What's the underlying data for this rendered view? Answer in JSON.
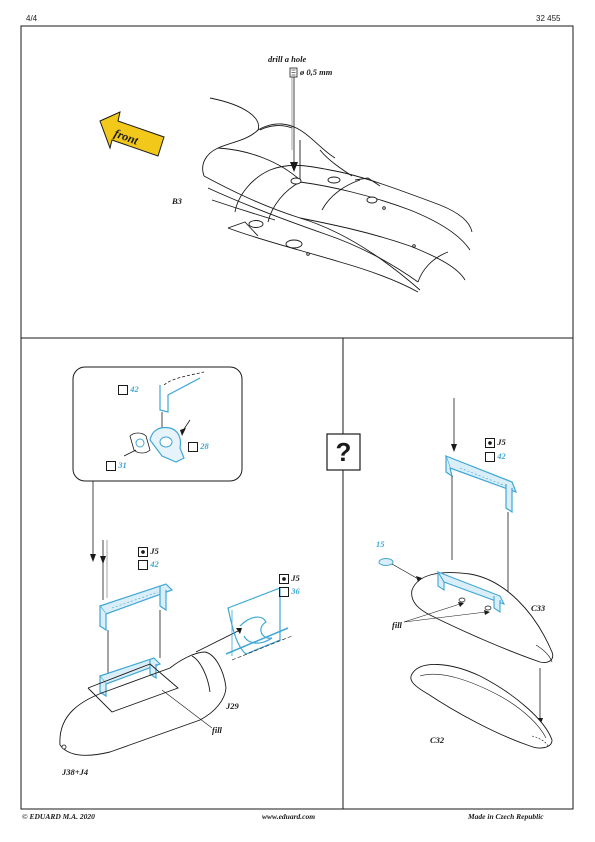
{
  "header": {
    "page": "4/4",
    "code": "32 455"
  },
  "footer": {
    "left": "© EDUARD  M.A. 2020",
    "center": "www.eduard.com",
    "right": "Made in Czech Republic"
  },
  "top_panel": {
    "drill_label": "drill a hole",
    "drill_size": "ø 0,5 mm",
    "front_label": "front",
    "part_label": "B3"
  },
  "left_panel": {
    "inset": {
      "part_a": "42",
      "part_b": "28",
      "part_c": "31"
    },
    "rack_ref": "J5",
    "rack_part": "42",
    "fin_ref": "J5",
    "fin_part": "36",
    "cone_label": "J29",
    "fill_label": "fill",
    "tank_label": "J38+J4"
  },
  "center": {
    "question_mark": "?"
  },
  "right_panel": {
    "rack_ref": "J5",
    "rack_part": "42",
    "cap_part": "15",
    "fill_label": "fill",
    "upper_label": "C33",
    "lower_label": "C32"
  },
  "colors": {
    "line": "#1a1a1a",
    "etched_part": "#3fa7d6",
    "arrow": "#f2c81a"
  }
}
